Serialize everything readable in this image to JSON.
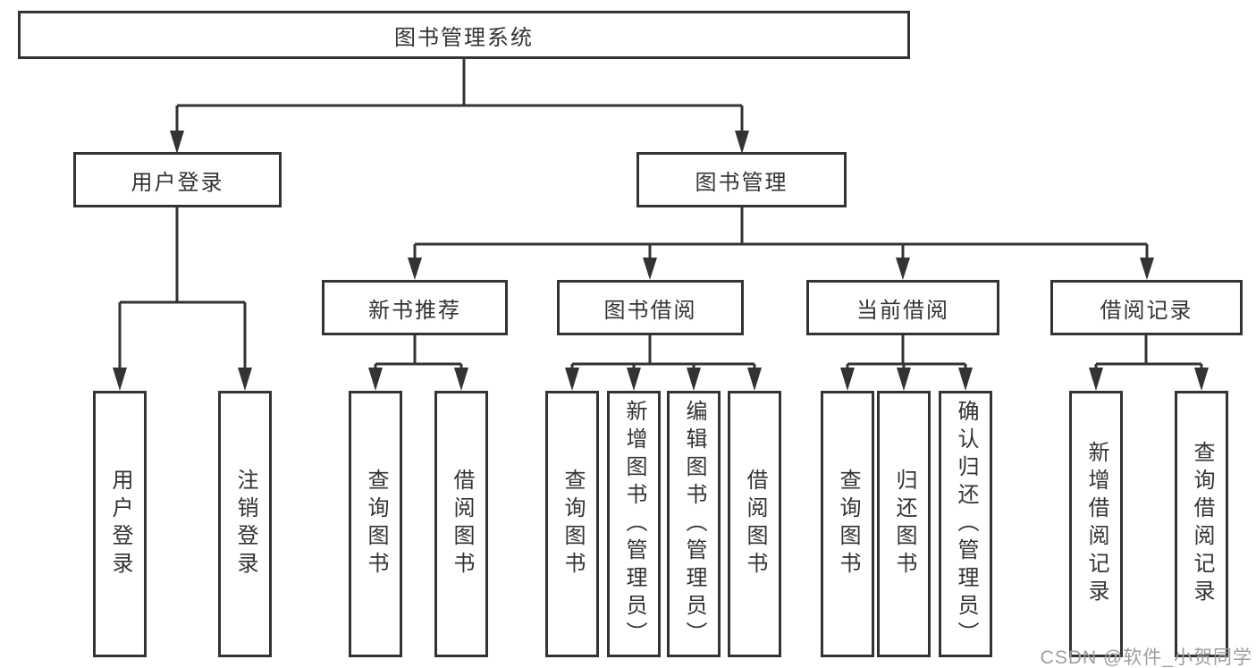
{
  "diagram": {
    "root": {
      "label": "图书管理系统"
    },
    "level2": [
      {
        "id": "user-login",
        "label": "用户登录"
      },
      {
        "id": "book-management",
        "label": "图书管理"
      }
    ],
    "level3": [
      {
        "id": "new-book-recommend",
        "label": "新书推荐"
      },
      {
        "id": "book-borrowing",
        "label": "图书借阅"
      },
      {
        "id": "current-borrowing",
        "label": "当前借阅"
      },
      {
        "id": "borrowing-records",
        "label": "借阅记录"
      }
    ],
    "leaves": [
      {
        "parent": "user-login",
        "label": "用户登录"
      },
      {
        "parent": "user-login",
        "label": "注销登录"
      },
      {
        "parent": "new-book-recommend",
        "label": "查询图书"
      },
      {
        "parent": "new-book-recommend",
        "label": "借阅图书"
      },
      {
        "parent": "book-borrowing",
        "label": "查询图书"
      },
      {
        "parent": "book-borrowing",
        "label": "新增图书（管理员）"
      },
      {
        "parent": "book-borrowing",
        "label": "编辑图书（管理员）"
      },
      {
        "parent": "book-borrowing",
        "label": "借阅图书"
      },
      {
        "parent": "current-borrowing",
        "label": "查询图书"
      },
      {
        "parent": "current-borrowing",
        "label": "归还图书"
      },
      {
        "parent": "current-borrowing",
        "label": "确认归还（管理员）"
      },
      {
        "parent": "borrowing-records",
        "label": "新增借阅记录"
      },
      {
        "parent": "borrowing-records",
        "label": "查询借阅记录"
      }
    ],
    "watermark": "CSDN @软件_小贺同学",
    "colors": {
      "line": "#333333",
      "text": "#333333",
      "watermark": "#9e9e9e",
      "background": "#ffffff"
    }
  }
}
